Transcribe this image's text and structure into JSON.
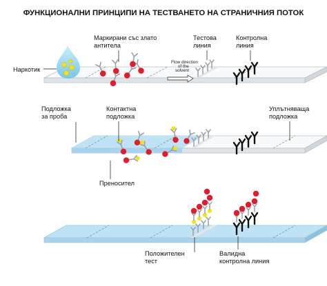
{
  "title": "ФУНКЦИОНАЛНИ ПРИНЦИПИ НА ТЕСТВАНЕТО НА СТРАНИЧНИЯ ПОТОК",
  "labels": {
    "drug": "Наркотик",
    "gold_antibodies": [
      "Маркирани със злато",
      "антитела"
    ],
    "test_line": [
      "Тестова",
      "линия"
    ],
    "control_line": [
      "Контролна",
      "линия"
    ],
    "flow_direction": [
      "Flow direction",
      "of the",
      "solvent"
    ],
    "sample_pad": [
      "Подложка",
      "за проба"
    ],
    "conjugate_pad": [
      "Контактна",
      "подложка"
    ],
    "absorbent_pad": [
      "Уплътняваща",
      "подложка"
    ],
    "carrier": "Преносител",
    "positive_test": [
      "Положителен",
      "тест"
    ],
    "valid_control": [
      "Валидна",
      "контролна линия"
    ]
  },
  "colors": {
    "strip_top": "#f7f9fa",
    "strip_edge": "#c9d0d6",
    "wet_fluid": "#bfe3f5",
    "drop": "#8fd0f0",
    "gold_particle": "#e21b2d",
    "drug_particle": "#f2e21a",
    "antibody": "#9aa0a6",
    "control_antibody": "#111111"
  }
}
